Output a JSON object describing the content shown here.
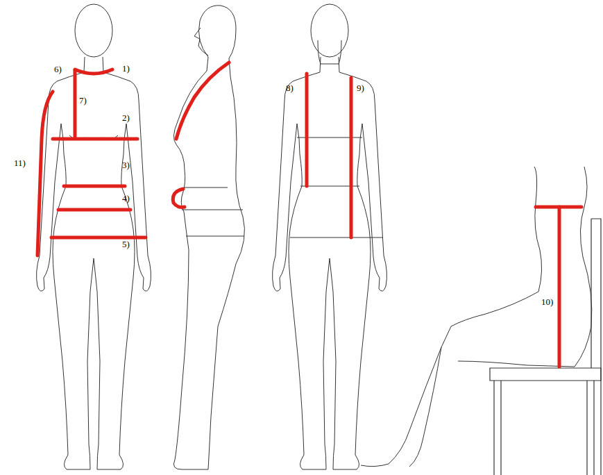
{
  "diagram": {
    "labels": [
      "6)",
      "1)",
      "7)",
      "2)",
      "11)",
      "3)",
      "4)",
      "5)",
      "8)",
      "9)",
      "10)"
    ]
  }
}
